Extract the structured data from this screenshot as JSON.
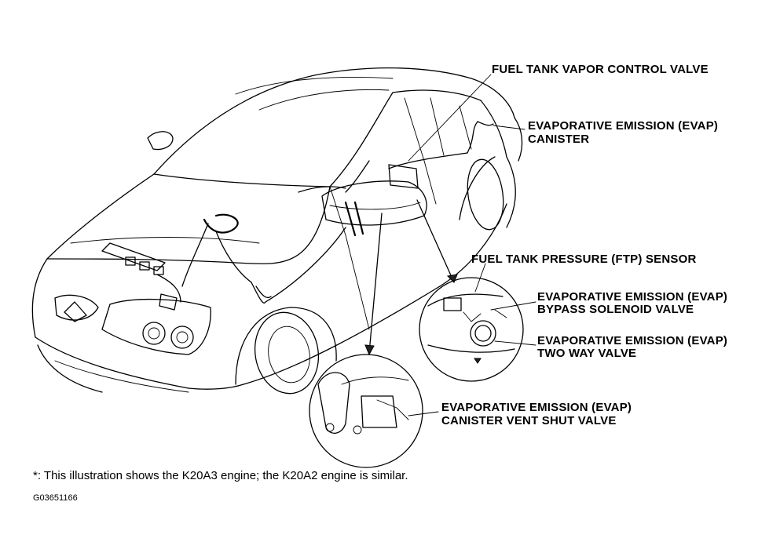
{
  "labels": {
    "vapor_control_valve": "FUEL TANK VAPOR CONTROL VALVE",
    "evap_canister_line1": "EVAPORATIVE EMISSION (EVAP)",
    "evap_canister_line2": "CANISTER",
    "ftp_sensor": "FUEL TANK PRESSURE (FTP) SENSOR",
    "bypass_line1": "EVAPORATIVE EMISSION (EVAP)",
    "bypass_line2": "BYPASS SOLENOID VALVE",
    "two_way_line1": "EVAPORATIVE EMISSION (EVAP)",
    "two_way_line2": "TWO WAY VALVE",
    "vent_shut_line1": "EVAPORATIVE EMISSION (EVAP)",
    "vent_shut_line2": "CANISTER VENT SHUT VALVE"
  },
  "footnote": "*: This illustration shows the K20A3 engine; the K20A2 engine is similar.",
  "figure_code": "G03651166",
  "icons": {
    "car": "car-illustration",
    "detail_right": "detail-circle-ftp-sensor",
    "detail_left": "detail-circle-vent-shut-valve"
  }
}
